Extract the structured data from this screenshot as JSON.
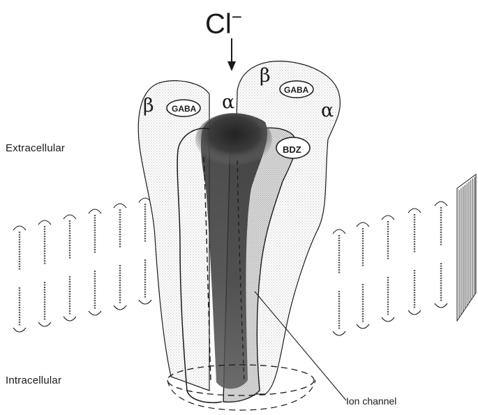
{
  "ion": {
    "symbol": "Cl",
    "charge": "−"
  },
  "regions": {
    "extracellular": "Extracellular",
    "intracellular": "Intracellular"
  },
  "subunits": {
    "beta": "β",
    "alpha": "α"
  },
  "binding_sites": {
    "gaba": "GABA",
    "bdz": "BDZ"
  },
  "channel_label": "Ion channel",
  "colors": {
    "ink": "#1a1a1a",
    "stipple_light": "#9a9a9a",
    "stipple_dark": "#2a2a2a",
    "background": "#ffffff"
  }
}
